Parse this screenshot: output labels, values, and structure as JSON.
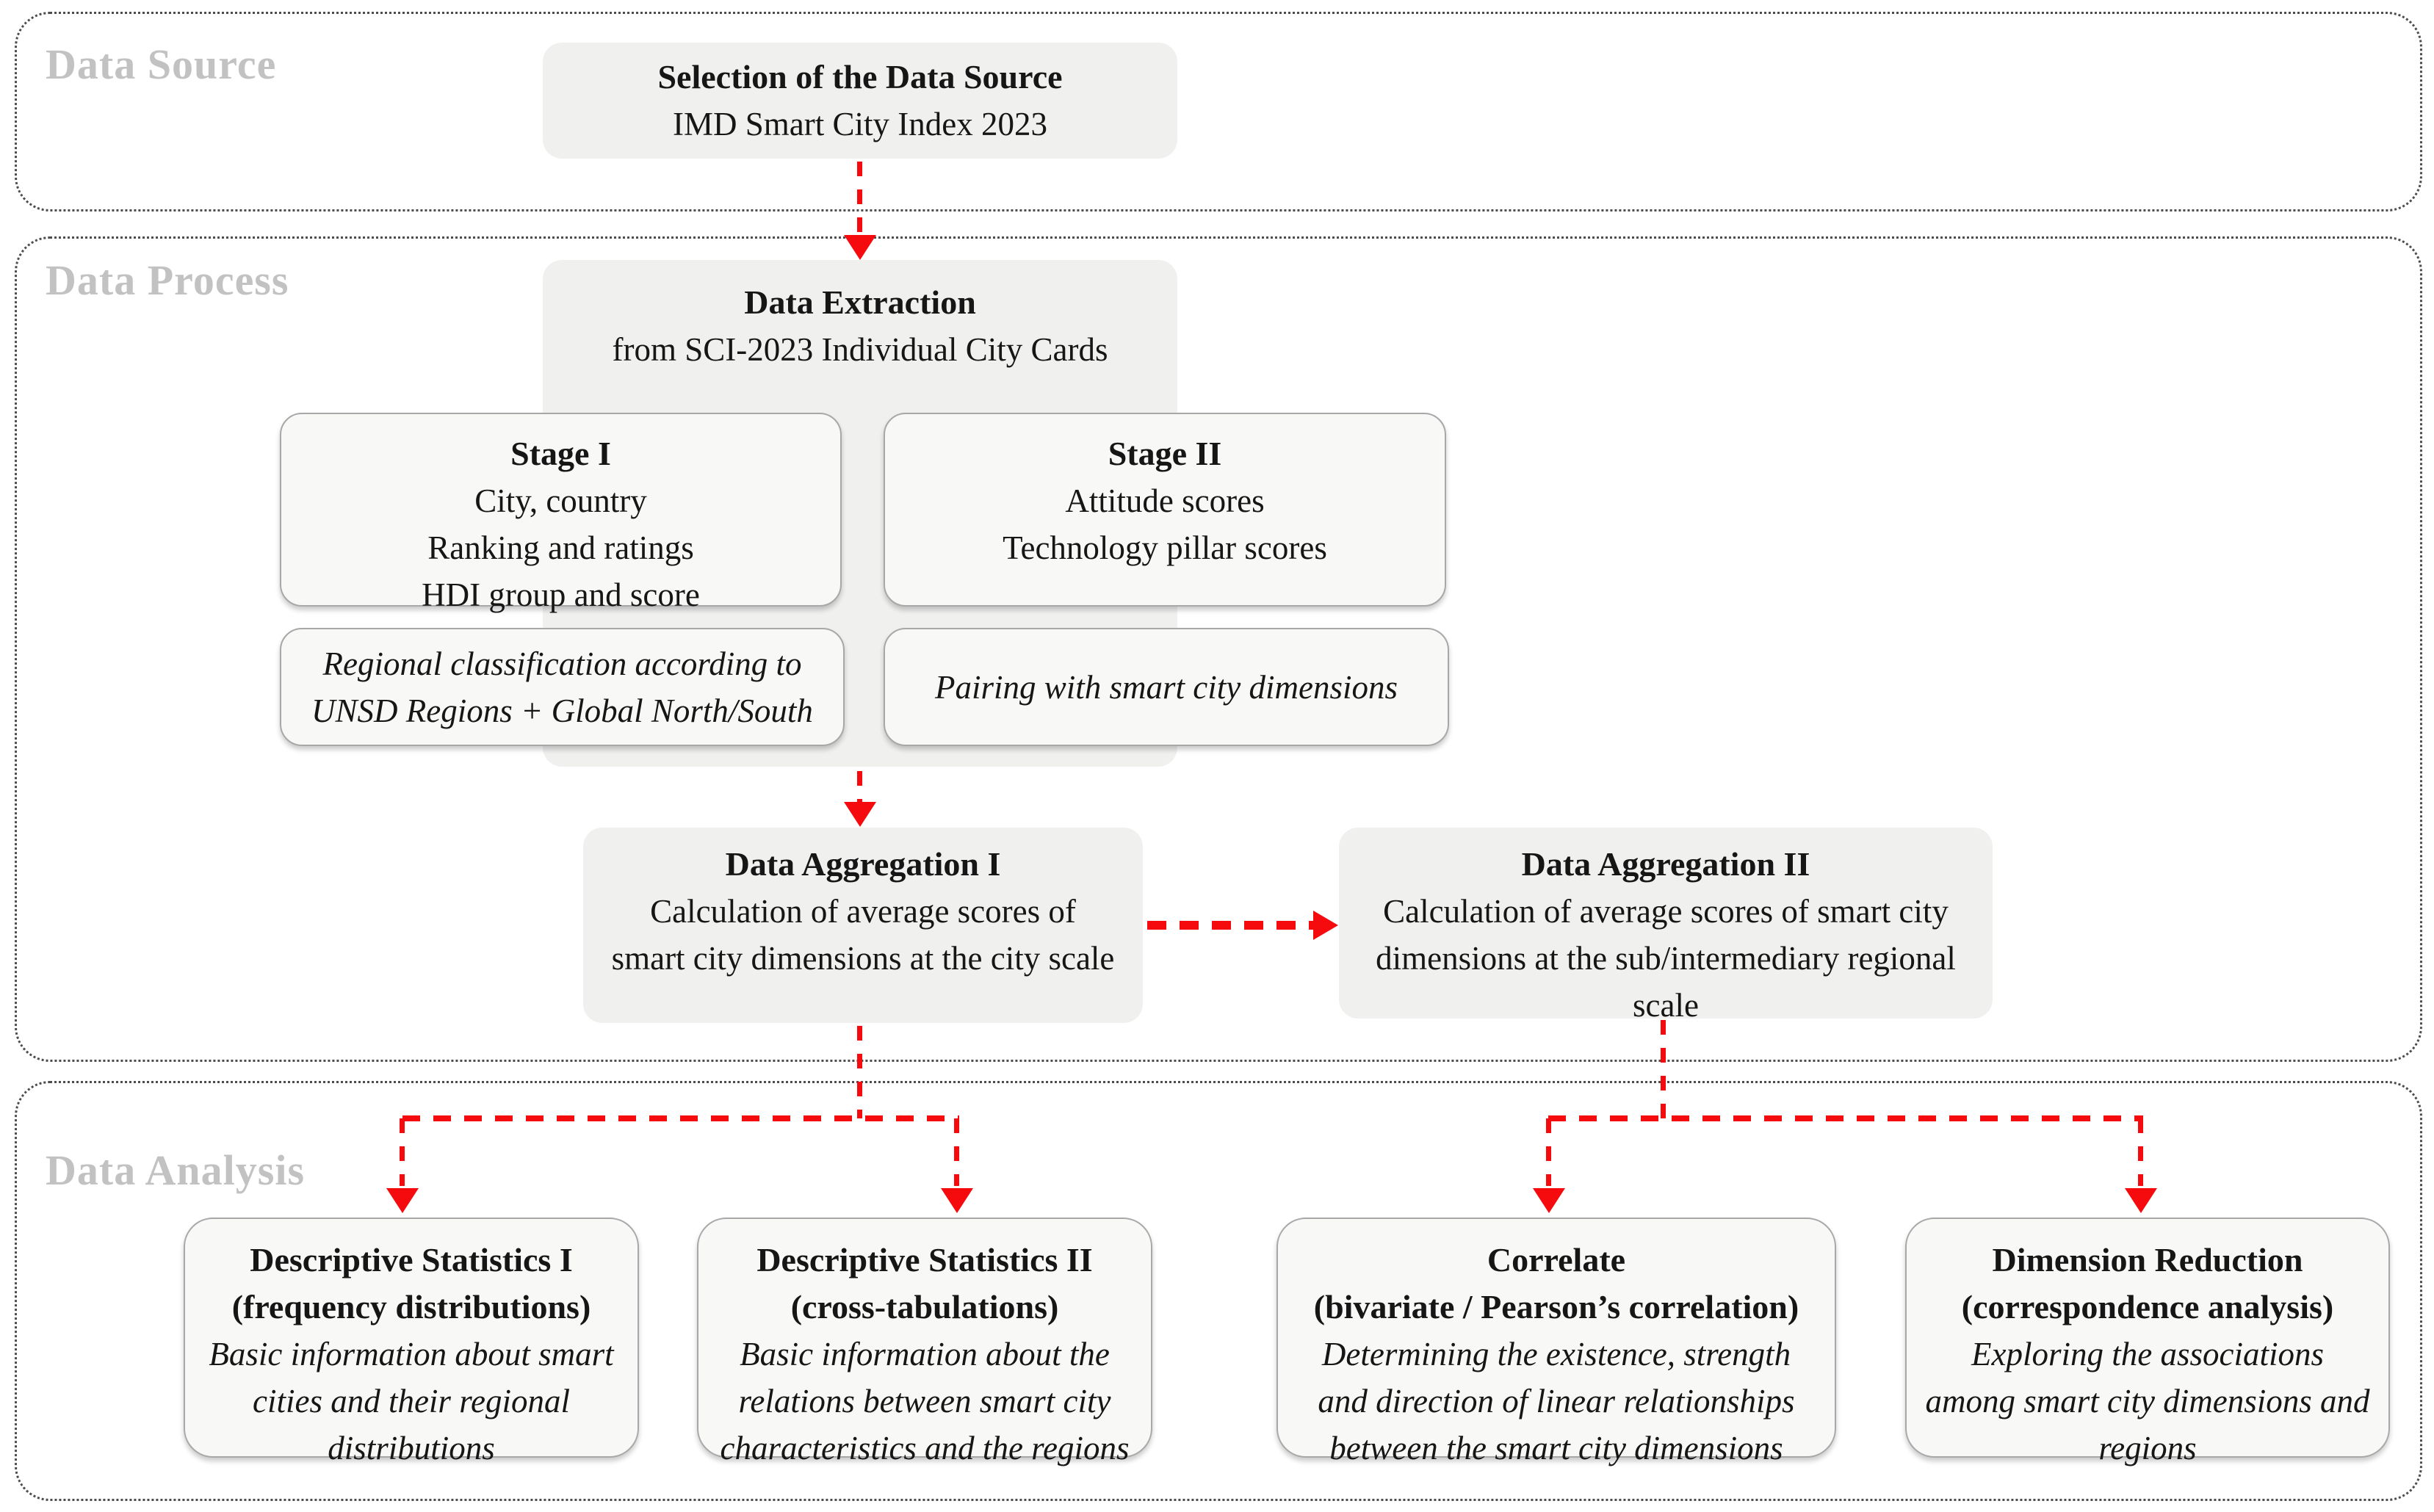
{
  "colors": {
    "accent_red": "#f50a0e",
    "section_label_gray": "#c2c2c2",
    "gray_box_fill": "#f0f0ef",
    "white_box_fill": "#f8f8f7",
    "box_border": "#a8a8a8"
  },
  "source_section": {
    "label": "Data Source",
    "box": {
      "title": "Selection of the Data Source",
      "subtitle": "IMD Smart City Index 2023"
    }
  },
  "process_section": {
    "label": "Data Process",
    "extraction": {
      "title": "Data Extraction",
      "subtitle": "from SCI-2023 Individual City Cards"
    },
    "stage1": {
      "title": "Stage I",
      "lines": [
        "City, country",
        "Ranking and ratings",
        "HDI group and score"
      ]
    },
    "stage2": {
      "title": "Stage II",
      "lines": [
        "Attitude scores",
        "Technology pillar scores"
      ]
    },
    "stage1_note": "Regional classification according to UNSD Regions + Global North/South",
    "stage2_note": "Pairing with smart city dimensions",
    "aggregation1": {
      "title": "Data Aggregation I",
      "body": "Calculation of average scores of smart city dimensions at the city scale"
    },
    "aggregation2": {
      "title": "Data Aggregation II",
      "body": "Calculation of average scores of smart city dimensions at the sub/intermediary regional scale"
    }
  },
  "analysis_section": {
    "label": "Data Analysis",
    "boxes": [
      {
        "title1": "Descriptive Statistics I",
        "title2": "(frequency distributions)",
        "desc": "Basic information about smart cities and their regional distributions"
      },
      {
        "title1": "Descriptive Statistics II",
        "title2": "(cross-tabulations)",
        "desc": "Basic information about the relations between smart city characteristics and the regions"
      },
      {
        "title1": "Correlate",
        "title2": "(bivariate / Pearson’s correlation)",
        "desc": "Determining the existence, strength and direction of linear relationships between the smart city dimensions"
      },
      {
        "title1": "Dimension Reduction",
        "title2": "(correspondence analysis)",
        "desc": "Exploring the associations among smart city dimensions and regions"
      }
    ]
  }
}
